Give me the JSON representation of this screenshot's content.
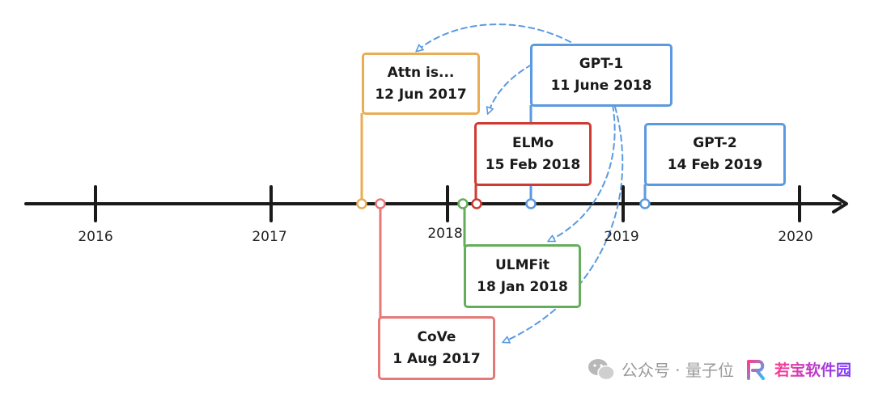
{
  "years": [
    "2016",
    "2017",
    "2018",
    "2019",
    "2020"
  ],
  "events": [
    {
      "id": "attn",
      "title": "Attn is...",
      "date": "12 Jun 2017",
      "color": "#e8ad55"
    },
    {
      "id": "gpt1",
      "title": "GPT-1",
      "date": "11 June 2018",
      "color": "#5b9ae0"
    },
    {
      "id": "elmo",
      "title": "ELMo",
      "date": "15 Feb 2018",
      "color": "#cf3b32"
    },
    {
      "id": "gpt2",
      "title": "GPT-2",
      "date": "14 Feb 2019",
      "color": "#5b9ae0"
    },
    {
      "id": "ulmfit",
      "title": "ULMFit",
      "date": "18 Jan 2018",
      "color": "#63ad5b"
    },
    {
      "id": "cove",
      "title": "CoVe",
      "date": "1 Aug 2017",
      "color": "#e57878"
    }
  ],
  "colors": {
    "axis": "#1a1a1a",
    "arrow": "#5b9ae0"
  },
  "watermark": {
    "wechat": "公众号 · 量子位",
    "brand": "若宝软件园",
    "icon": "wechat-icon"
  }
}
